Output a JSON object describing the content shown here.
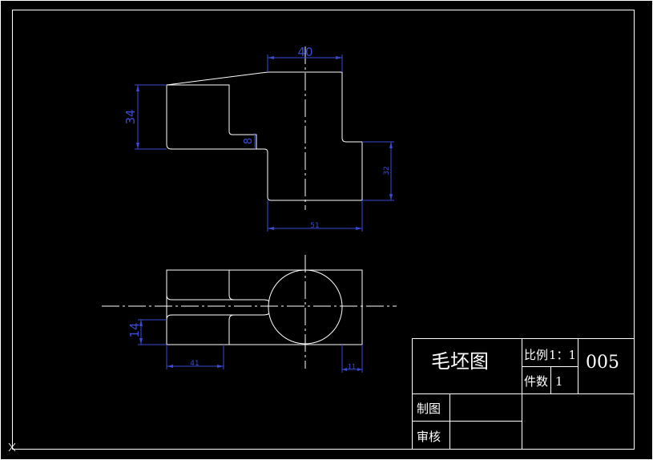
{
  "colors": {
    "background": "#000000",
    "geometry": "#ffffff",
    "dimension": "#3a4bd6"
  },
  "front_view": {
    "dims": {
      "top_width": "40",
      "left_height": "34",
      "step_small": "8",
      "right_height": "32",
      "bottom_width": "51"
    }
  },
  "top_view": {
    "dims": {
      "left_height": "14",
      "bottom_left_width": "41",
      "bottom_right_width": "11"
    }
  },
  "title_block": {
    "title": "毛坯图",
    "scale_label": "比例",
    "scale_value": "1：1",
    "qty_label": "件数",
    "qty_value": "1",
    "drawing_number": "005",
    "drawn_by_label": "制图",
    "checked_by_label": "审核"
  }
}
